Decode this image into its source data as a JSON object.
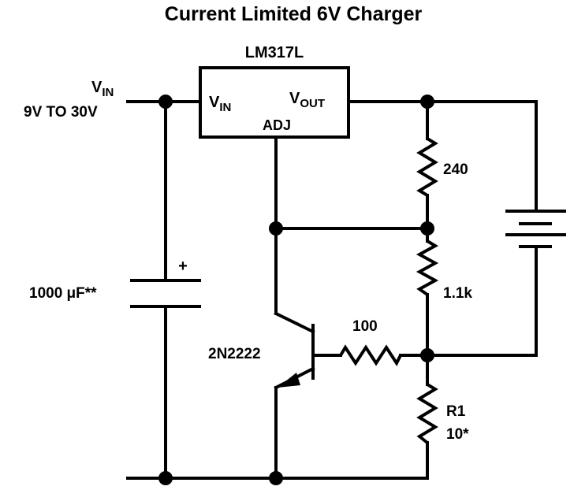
{
  "title": "Current Limited 6V Charger",
  "regulator": {
    "part": "LM317L",
    "pin_vin": "V",
    "pin_vin_sub": "IN",
    "pin_vout": "V",
    "pin_vout_sub": "OUT",
    "pin_adj": "ADJ"
  },
  "input": {
    "label": "V",
    "label_sub": "IN",
    "range": "9V TO 30V"
  },
  "capacitor": {
    "value": "1000 μF**",
    "polarity": "+"
  },
  "transistor": {
    "part": "2N2222"
  },
  "resistors": {
    "r_top": "240",
    "r_mid": "1.1k",
    "r_base": "100",
    "r1_name": "R1",
    "r1_value": "10*"
  }
}
